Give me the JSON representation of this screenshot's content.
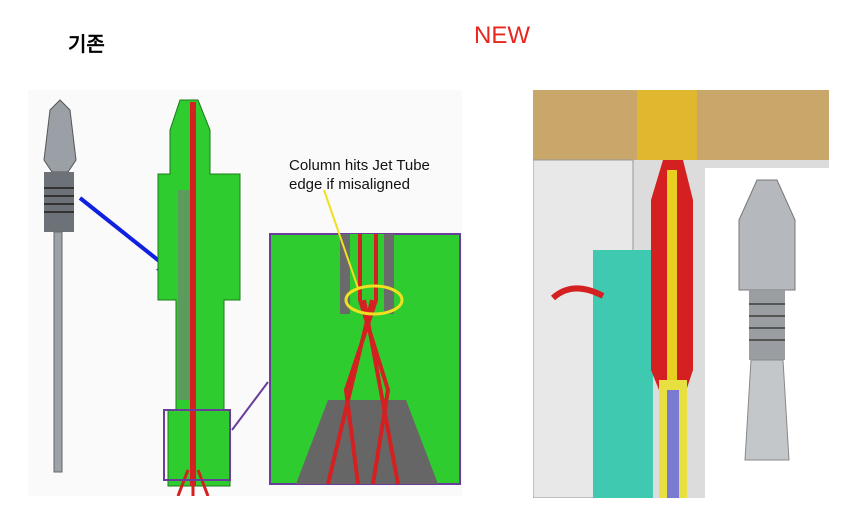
{
  "slide": {
    "old_title": "기존",
    "new_title": "NEW"
  },
  "old_diagram": {
    "callout": [
      "Column hits Jet Tube",
      "edge if misaligned"
    ]
  },
  "colors": {
    "new_title": "#e8251f",
    "nozzle_green": "#2ecc2e",
    "column_red": "#d42020",
    "arrow_blue": "#1020e0",
    "callout_yellow": "#f0e020",
    "frame_purple": "#6a3d9a"
  }
}
